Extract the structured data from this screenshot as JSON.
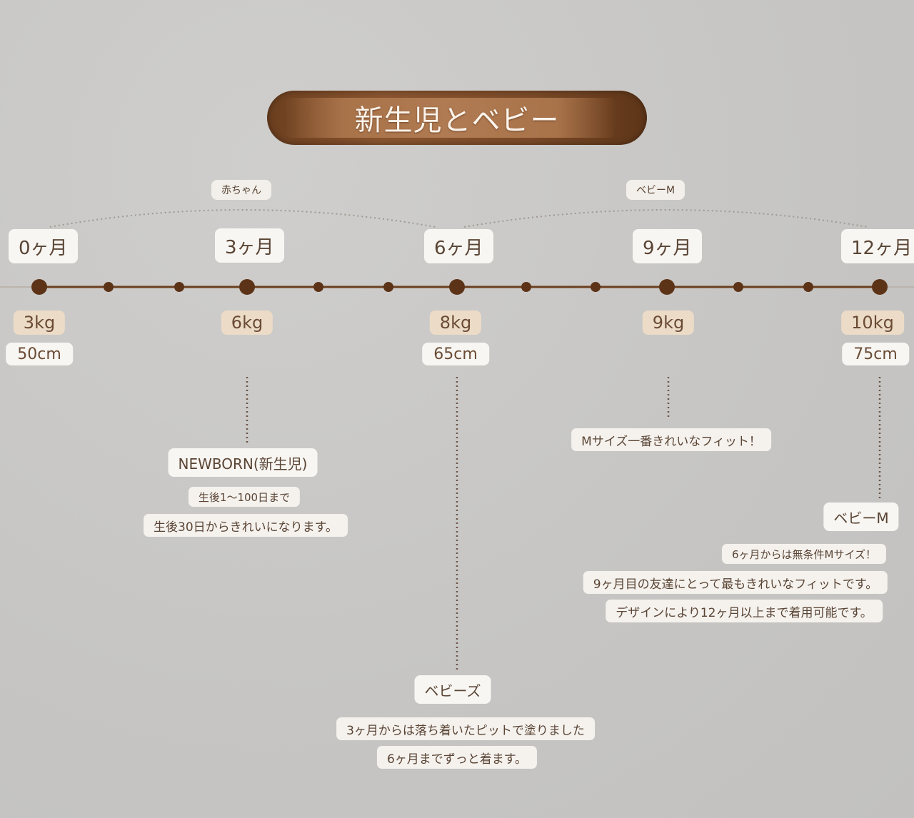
{
  "title": "新生児とベビー",
  "groups": [
    {
      "label": "赤ちゃん"
    },
    {
      "label": "ベビーM"
    }
  ],
  "months": [
    "0ヶ月",
    "3ヶ月",
    "6ヶ月",
    "9ヶ月",
    "12ヶ月"
  ],
  "weights": [
    "3kg",
    "6kg",
    "8kg",
    "9kg",
    "10kg"
  ],
  "heights": {
    "m0": "50cm",
    "m6": "65cm",
    "m12": "75cm"
  },
  "notes": {
    "newborn": {
      "title": "NEWBORN(新生児)",
      "line1": "生後1〜100日まで",
      "line2": "生後30日からきれいになります。"
    },
    "babys": {
      "title": "ベビーズ",
      "line1": "3ヶ月からは落ち着いたピットで塗りました",
      "line2": "6ヶ月までずっと着ます。"
    },
    "m_fit": {
      "line1": "Mサイズ一番きれいなフィット！"
    },
    "baby_m": {
      "title": "ベビーM",
      "line1": "6ヶ月からは無条件Mサイズ！",
      "line2": "9ヶ月目の友達にとって最もきれいなフィットです。",
      "line3": "デザインにより12ヶ月以上まで着用可能です。"
    }
  },
  "colors": {
    "timeline": "#6b3f1f",
    "dot": "#5c3317",
    "background": "#c9c8c6"
  }
}
